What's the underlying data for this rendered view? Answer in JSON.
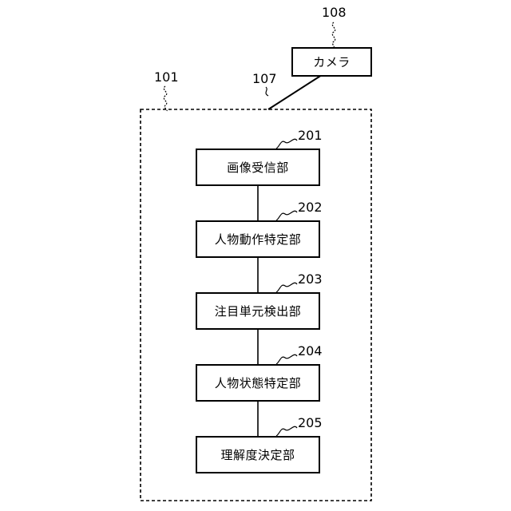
{
  "camera": {
    "label": "カメラ",
    "ref": "108"
  },
  "connection_ref": "107",
  "device_ref": "101",
  "blocks": [
    {
      "label": "画像受信部",
      "ref": "201"
    },
    {
      "label": "人物動作特定部",
      "ref": "202"
    },
    {
      "label": "注目単元検出部",
      "ref": "203"
    },
    {
      "label": "人物状態特定部",
      "ref": "204"
    },
    {
      "label": "理解度決定部",
      "ref": "205"
    }
  ]
}
